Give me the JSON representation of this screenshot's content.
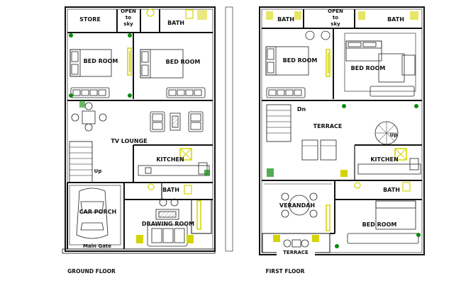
{
  "ground_floor": {
    "caption": "GROUND FLOOR",
    "rooms": {
      "store": "STORE",
      "open_to_sky_line1": "OPEN",
      "open_to_sky_line2": "to",
      "open_to_sky_line3": "sky",
      "bath_top": "BATH",
      "bed_room_left": "BED ROOM",
      "bed_room_right": "BED ROOM",
      "tv_lounge": "TV LOUNGE",
      "kitchen": "KITCHEN",
      "up": "Up",
      "bath_lower": "BATH",
      "car_porch": "CAR PORCH",
      "drawing_room": "DRAWING ROOM",
      "main_gate": "Main Gate"
    }
  },
  "first_floor": {
    "caption": "FIRST FLOOR",
    "rooms": {
      "bath_left": "BATH",
      "open_to_sky_line1": "OPEN",
      "open_to_sky_line2": "to",
      "open_to_sky_line3": "sky",
      "bath_right": "BATH",
      "bed_room_left": "BED ROOM",
      "bed_room_right": "BED ROOM",
      "dn": "Dn",
      "terrace": "TERRACE",
      "up": "Up",
      "kitchen": "KITCHEN",
      "bath_lower": "BATH",
      "verandah": "VERANDAH",
      "bed_room_lower": "BED ROOM",
      "terrace_lower": "TERRACE"
    }
  },
  "colors": {
    "wall": "#111111",
    "fixture_yellow": "#d4d400",
    "fixture_green": "#0a8a0a",
    "furniture": "#222222"
  }
}
